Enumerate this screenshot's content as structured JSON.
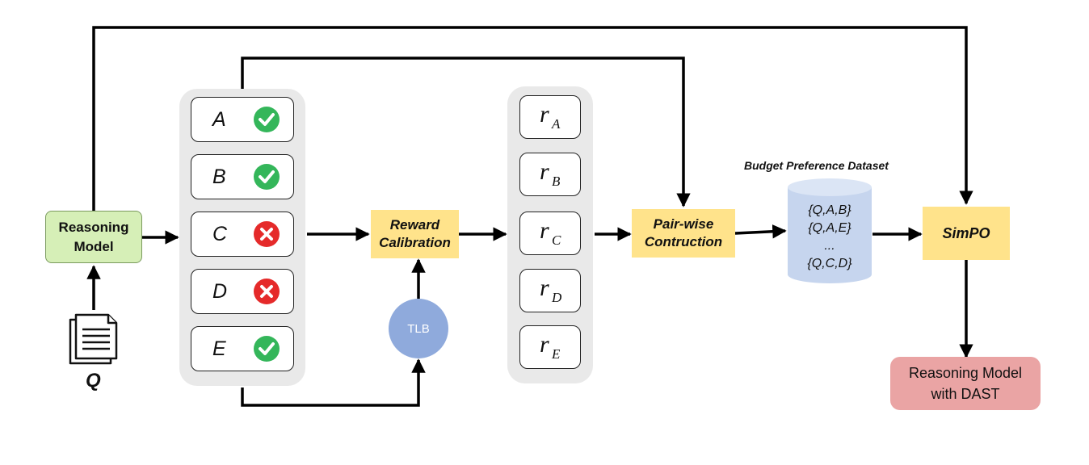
{
  "reasoning_model": "Reasoning\nModel",
  "query_label": "Q",
  "candidates": [
    {
      "label": "A",
      "status": "correct"
    },
    {
      "label": "B",
      "status": "correct"
    },
    {
      "label": "C",
      "status": "incorrect"
    },
    {
      "label": "D",
      "status": "incorrect"
    },
    {
      "label": "E",
      "status": "correct"
    }
  ],
  "reward_calibration": "Reward\nCalibration",
  "tlb": "TLB",
  "rewards": [
    {
      "symbol": "r",
      "sub": "A"
    },
    {
      "symbol": "r",
      "sub": "B"
    },
    {
      "symbol": "r",
      "sub": "C"
    },
    {
      "symbol": "r",
      "sub": "D"
    },
    {
      "symbol": "r",
      "sub": "E"
    }
  ],
  "pairwise": "Pair-wise\nContruction",
  "dataset_title": "Budget Preference Dataset",
  "dataset_items": [
    "{Q,A,B}",
    "{Q,A,E}",
    "...",
    "{Q,C,D}"
  ],
  "simpo": "SimPO",
  "output_model": "Reasoning Model\nwith DAST",
  "colors": {
    "green_box": "#d6efb7",
    "yellow_box": "#ffe38b",
    "pink_box": "#eaa4a4",
    "tlb_circle": "#8faadc",
    "cylinder": "#c6d5ee",
    "check": "#34b65a",
    "cross": "#e52a2a",
    "panel": "#e9e9e9"
  }
}
